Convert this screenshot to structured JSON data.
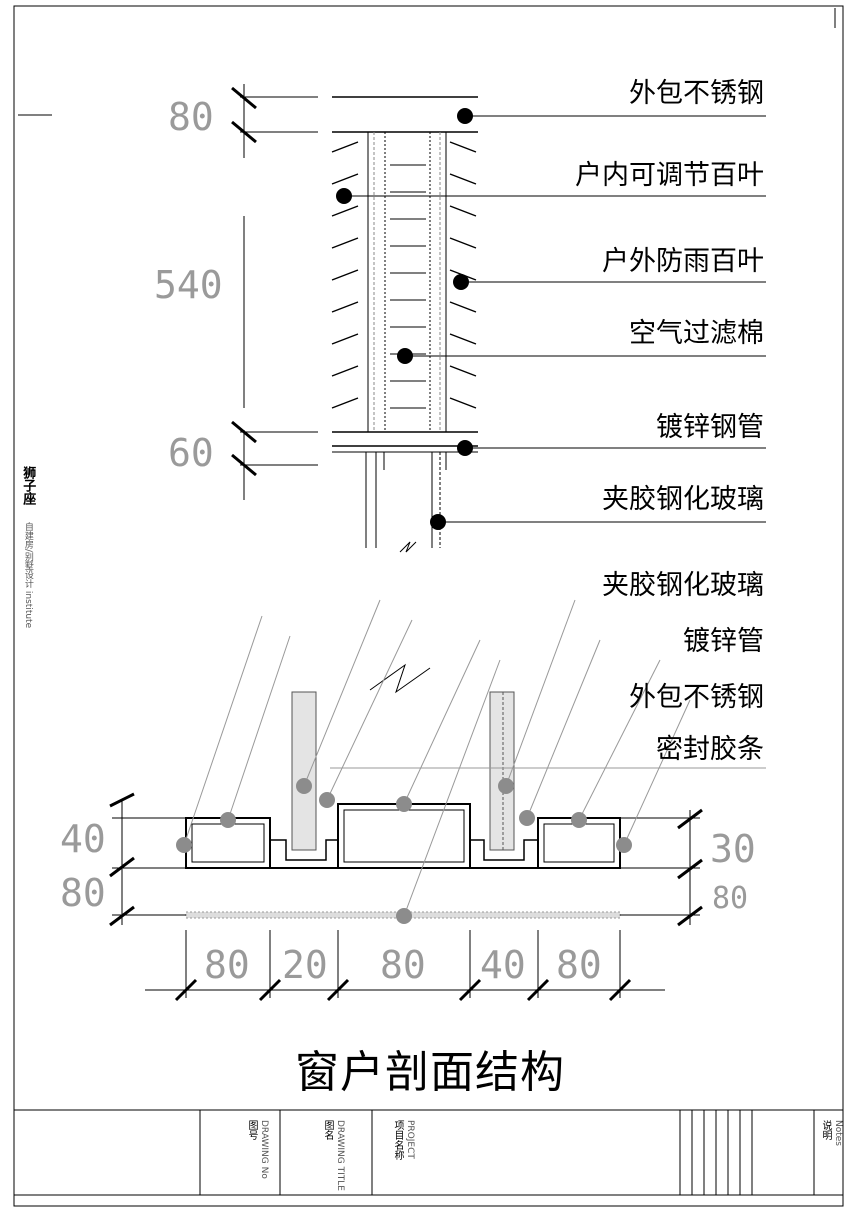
{
  "title": "窗户剖面结构",
  "upper_section": {
    "labels": [
      "外包不锈钢",
      "户内可调节百叶",
      "户外防雨百叶",
      "空气过滤棉",
      "镀锌钢管",
      "夹胶钢化玻璃"
    ],
    "dimensions": [
      "80",
      "540",
      "60"
    ]
  },
  "lower_section": {
    "labels": [
      "夹胶钢化玻璃",
      "镀锌管",
      "外包不锈钢",
      "密封胶条"
    ],
    "dims_left": [
      "40",
      "80"
    ],
    "dims_right": [
      "30",
      "80"
    ],
    "dims_bottom": [
      "80",
      "20",
      "80",
      "40",
      "80"
    ]
  },
  "side_brand": {
    "logo": "狮子座",
    "sub": "自建房/别墅设计 institute"
  },
  "title_block": {
    "drawing_no_en": "DRAWING No",
    "drawing_no_cn": "图号",
    "drawing_title_en": "DRAWING TITLE",
    "drawing_title_cn": "图名",
    "project_en": "PROJECT",
    "project_cn": "项目名称",
    "notes_en": "Notes",
    "notes_cn": "说明"
  }
}
